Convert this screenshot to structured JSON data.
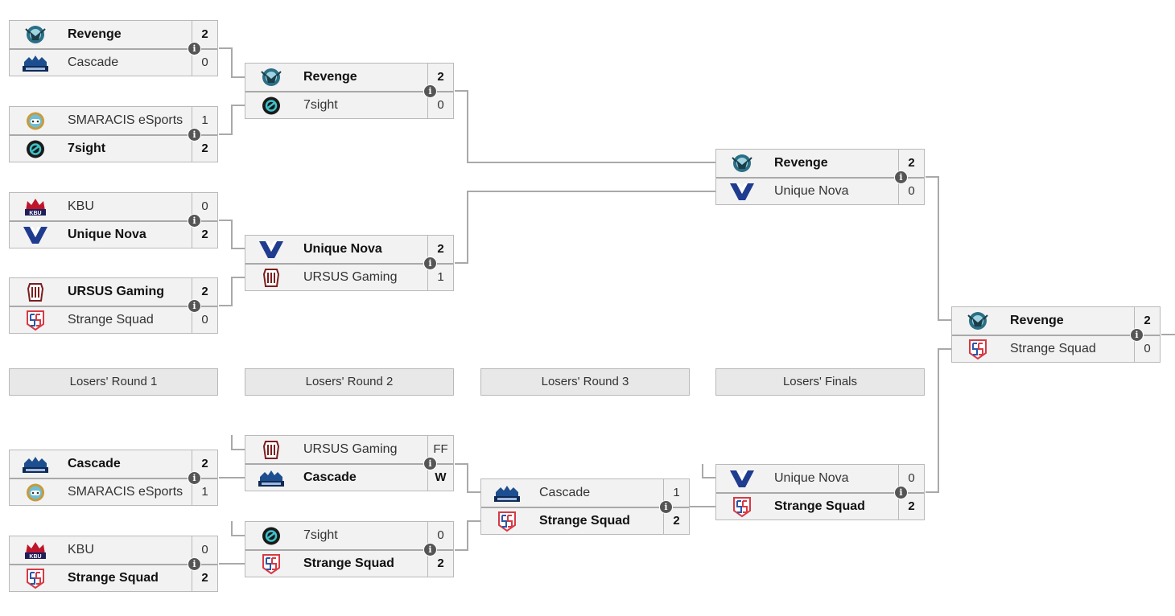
{
  "colors": {
    "revenge": "#2a6f86",
    "cascade": "#1d4e8f",
    "smaracis": "#c99a3a",
    "sight": "#1a1a1a",
    "kbu": "#c0142b",
    "unique_nova": "#1f3c8f",
    "ursus": "#7a1e1e",
    "strange_squad": "#d63a45"
  },
  "icons": {
    "revenge": "revenge-logo-icon",
    "cascade": "cascade-logo-icon",
    "smaracis": "smaracis-logo-icon",
    "sight": "7sight-logo-icon",
    "kbu": "kbu-logo-icon",
    "unique_nova": "unique-nova-logo-icon",
    "ursus": "ursus-logo-icon",
    "strange_squad": "strange-squad-logo-icon",
    "info": "info-icon"
  },
  "info_glyph": "i",
  "round_labels": [
    "Losers' Round 1",
    "Losers' Round 2",
    "Losers' Round 3",
    "Losers' Finals"
  ],
  "matches": [
    {
      "top": {
        "team": "Revenge",
        "score": "2"
      },
      "bottom": {
        "team": "Cascade",
        "score": "0"
      }
    },
    {
      "top": {
        "team": "SMARACIS eSports",
        "score": "1"
      },
      "bottom": {
        "team": "7sight",
        "score": "2"
      }
    },
    {
      "top": {
        "team": "KBU",
        "score": "0"
      },
      "bottom": {
        "team": "Unique Nova",
        "score": "2"
      }
    },
    {
      "top": {
        "team": "URSUS Gaming",
        "score": "2"
      },
      "bottom": {
        "team": "Strange Squad",
        "score": "0"
      }
    },
    {
      "top": {
        "team": "Revenge",
        "score": "2"
      },
      "bottom": {
        "team": "7sight",
        "score": "0"
      }
    },
    {
      "top": {
        "team": "Unique Nova",
        "score": "2"
      },
      "bottom": {
        "team": "URSUS Gaming",
        "score": "1"
      }
    },
    {
      "top": {
        "team": "Revenge",
        "score": "2"
      },
      "bottom": {
        "team": "Unique Nova",
        "score": "0"
      }
    },
    {
      "top": {
        "team": "Revenge",
        "score": "2"
      },
      "bottom": {
        "team": "Strange Squad",
        "score": "0"
      }
    },
    {
      "top": {
        "team": "Cascade",
        "score": "2"
      },
      "bottom": {
        "team": "SMARACIS eSports",
        "score": "1"
      }
    },
    {
      "top": {
        "team": "KBU",
        "score": "0"
      },
      "bottom": {
        "team": "Strange Squad",
        "score": "2"
      }
    },
    {
      "top": {
        "team": "URSUS Gaming",
        "score": "FF"
      },
      "bottom": {
        "team": "Cascade",
        "score": "W"
      }
    },
    {
      "top": {
        "team": "7sight",
        "score": "0"
      },
      "bottom": {
        "team": "Strange Squad",
        "score": "2"
      }
    },
    {
      "top": {
        "team": "Cascade",
        "score": "1"
      },
      "bottom": {
        "team": "Strange Squad",
        "score": "2"
      }
    },
    {
      "top": {
        "team": "Unique Nova",
        "score": "0"
      },
      "bottom": {
        "team": "Strange Squad",
        "score": "2"
      }
    }
  ]
}
